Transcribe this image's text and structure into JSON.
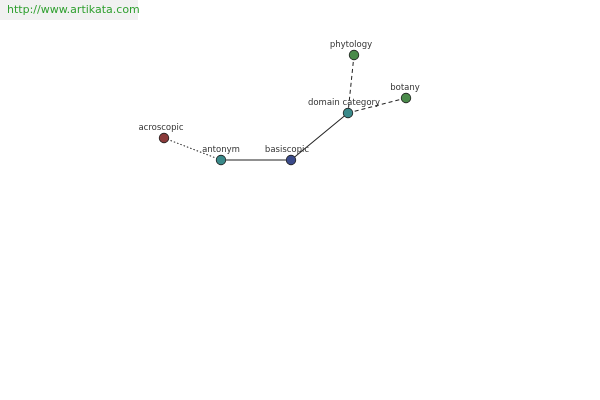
{
  "source_link": {
    "text": "http://www.artikata.com"
  },
  "graph": {
    "nodes": [
      {
        "id": "phytology",
        "label": "phytology",
        "color": "#4a8a4a"
      },
      {
        "id": "botany",
        "label": "botany",
        "color": "#4a8a4a"
      },
      {
        "id": "domain-category",
        "label": "domain category",
        "color": "#3a8a8a"
      },
      {
        "id": "acroscopic",
        "label": "acroscopic",
        "color": "#8a3a3a"
      },
      {
        "id": "antonym",
        "label": "antonym",
        "color": "#3a8a8a"
      },
      {
        "id": "basiscopic",
        "label": "basiscopic",
        "color": "#3a4a8a"
      }
    ],
    "edges": [
      {
        "from": "phytology",
        "to": "domain-category",
        "style": "dashed"
      },
      {
        "from": "botany",
        "to": "domain-category",
        "style": "dashed"
      },
      {
        "from": "domain-category",
        "to": "basiscopic",
        "style": "solid"
      },
      {
        "from": "acroscopic",
        "to": "antonym",
        "style": "dotted"
      },
      {
        "from": "antonym",
        "to": "basiscopic",
        "style": "solid"
      }
    ]
  }
}
